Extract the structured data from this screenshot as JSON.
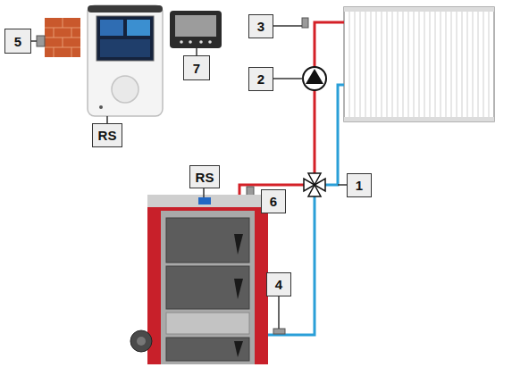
{
  "diagram": {
    "nodes": [
      {
        "text": [
          "5"
        ]
      },
      {
        "text": [
          "3"
        ]
      },
      {
        "text": [
          "7"
        ]
      },
      {
        "text": [
          "2"
        ]
      },
      {
        "text": [
          "RS"
        ]
      },
      {
        "text": [
          "RS"
        ]
      },
      {
        "text": [
          "1"
        ]
      },
      {
        "text": [
          "6"
        ]
      },
      {
        "text": [
          "4"
        ]
      }
    ]
  }
}
